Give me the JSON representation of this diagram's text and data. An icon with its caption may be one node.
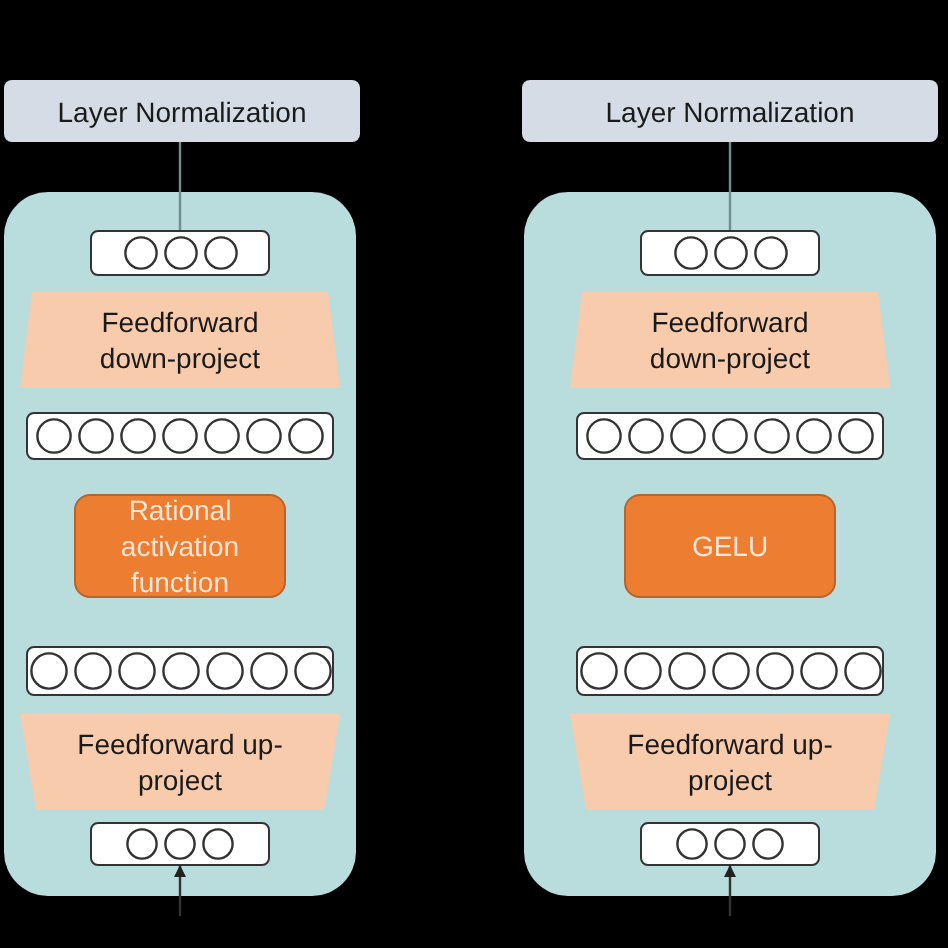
{
  "diagram": {
    "nodes": [
      {
        "text": [
          "Layer Normalization"
        ]
      },
      {
        "text": [],
        "shape": "box"
      },
      {
        "text": [],
        "shape": "box",
        "in": 1
      },
      {
        "text": [
          "Feedforward down-project"
        ],
        "in": 1
      },
      {
        "text": [],
        "shape": "box",
        "in": 1
      },
      {
        "text": [
          "Rational activation function"
        ],
        "in": 1
      },
      {
        "text": [],
        "shape": "box",
        "in": 1
      },
      {
        "text": [
          "Feedforward up-project"
        ],
        "in": 1
      },
      {
        "text": [],
        "shape": "box",
        "in": 1
      },
      {
        "text": [
          "Layer Normalization"
        ]
      },
      {
        "text": [],
        "shape": "box"
      },
      {
        "text": [],
        "shape": "box",
        "in": 10
      },
      {
        "text": [
          "Feedforward down-project"
        ],
        "in": 10
      },
      {
        "text": [],
        "shape": "box",
        "in": 10
      },
      {
        "text": [
          "GELU"
        ],
        "in": 10
      },
      {
        "text": [],
        "shape": "box",
        "in": 10
      },
      {
        "text": [
          "Feedforward up-project"
        ],
        "in": 10
      },
      {
        "text": [],
        "shape": "box",
        "in": 10
      }
    ],
    "edges": [
      {
        "from": 0,
        "to": 2,
        "arrow": "none"
      },
      {
        "from": null,
        "to": 8,
        "arrow": "to",
        "color": "#333333"
      },
      {
        "from": 9,
        "to": 11,
        "arrow": "none"
      },
      {
        "from": null,
        "to": 17,
        "arrow": "to",
        "color": "#333333"
      }
    ]
  }
}
